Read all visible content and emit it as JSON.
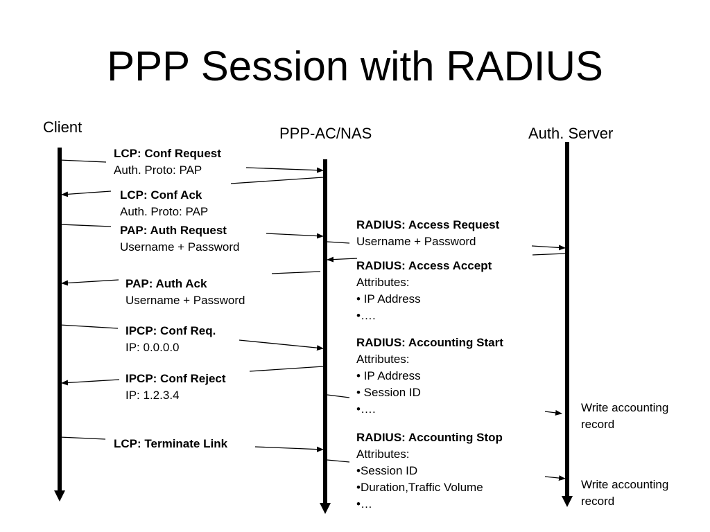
{
  "title": "PPP Session with RADIUS",
  "actors": {
    "client": "Client",
    "nas": "PPP-AC/NAS",
    "server": "Auth. Server"
  },
  "messages": [
    {
      "id": "lcp-conf-request",
      "bold": "LCP: Conf Request",
      "lines": [
        "Auth. Proto: PAP"
      ]
    },
    {
      "id": "lcp-conf-ack",
      "bold": "LCP: Conf Ack",
      "lines": [
        "Auth. Proto: PAP"
      ]
    },
    {
      "id": "pap-auth-request",
      "bold": "PAP: Auth Request",
      "lines": [
        "Username + Password"
      ]
    },
    {
      "id": "pap-auth-ack",
      "bold": "PAP: Auth Ack",
      "lines": [
        "Username + Password"
      ]
    },
    {
      "id": "ipcp-conf-req",
      "bold": "IPCP: Conf Req.",
      "lines": [
        "IP: 0.0.0.0"
      ]
    },
    {
      "id": "ipcp-conf-reject",
      "bold": "IPCP: Conf Reject",
      "lines": [
        "IP: 1.2.3.4"
      ]
    },
    {
      "id": "lcp-terminate-link",
      "bold": "LCP: Terminate Link",
      "lines": []
    },
    {
      "id": "radius-access-request",
      "bold": "RADIUS: Access Request",
      "lines": [
        "Username + Password"
      ]
    },
    {
      "id": "radius-access-accept",
      "bold": "RADIUS: Access Accept",
      "lines": [
        "Attributes:",
        "• IP Address",
        "•…."
      ]
    },
    {
      "id": "radius-accounting-start",
      "bold": "RADIUS: Accounting Start",
      "lines": [
        "Attributes:",
        "• IP Address",
        "• Session ID",
        "•…."
      ]
    },
    {
      "id": "radius-accounting-stop",
      "bold": "RADIUS: Accounting Stop",
      "lines": [
        "Attributes:",
        "•Session ID",
        "•Duration,Traffic Volume",
        "•…"
      ]
    }
  ],
  "notes": [
    {
      "id": "write-accounting-record-1",
      "lines": [
        "Write accounting",
        "record"
      ]
    },
    {
      "id": "write-accounting-record-2",
      "lines": [
        "Write accounting",
        "record"
      ]
    }
  ]
}
